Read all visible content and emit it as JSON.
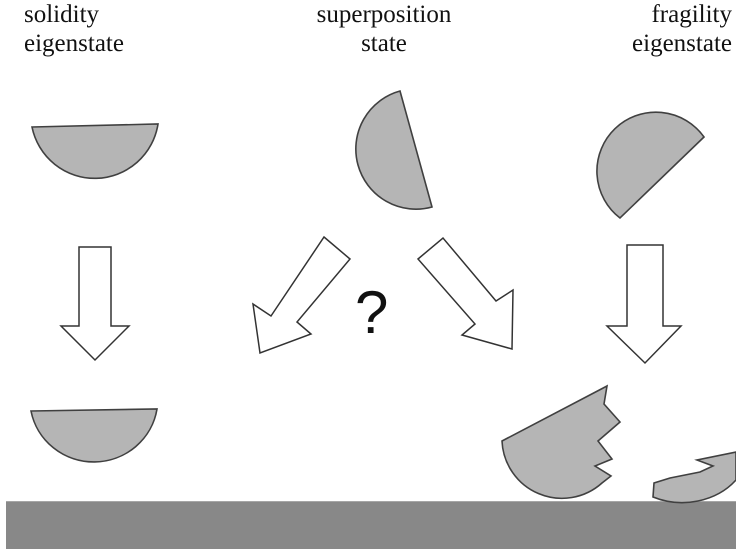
{
  "labels": {
    "solidity": {
      "line1": "solidity",
      "line2": "eigenstate"
    },
    "superposition": {
      "line1": "superposition",
      "line2": "state"
    },
    "fragility": {
      "line1": "fragility",
      "line2": "eigenstate"
    }
  },
  "question_mark": "?",
  "colors": {
    "object_fill": "#b5b5b5",
    "object_stroke": "#404040",
    "ground_fill": "#888888",
    "ground_top": "#a6a6a6",
    "arrow_fill": "#ffffff",
    "arrow_stroke": "#333333"
  }
}
